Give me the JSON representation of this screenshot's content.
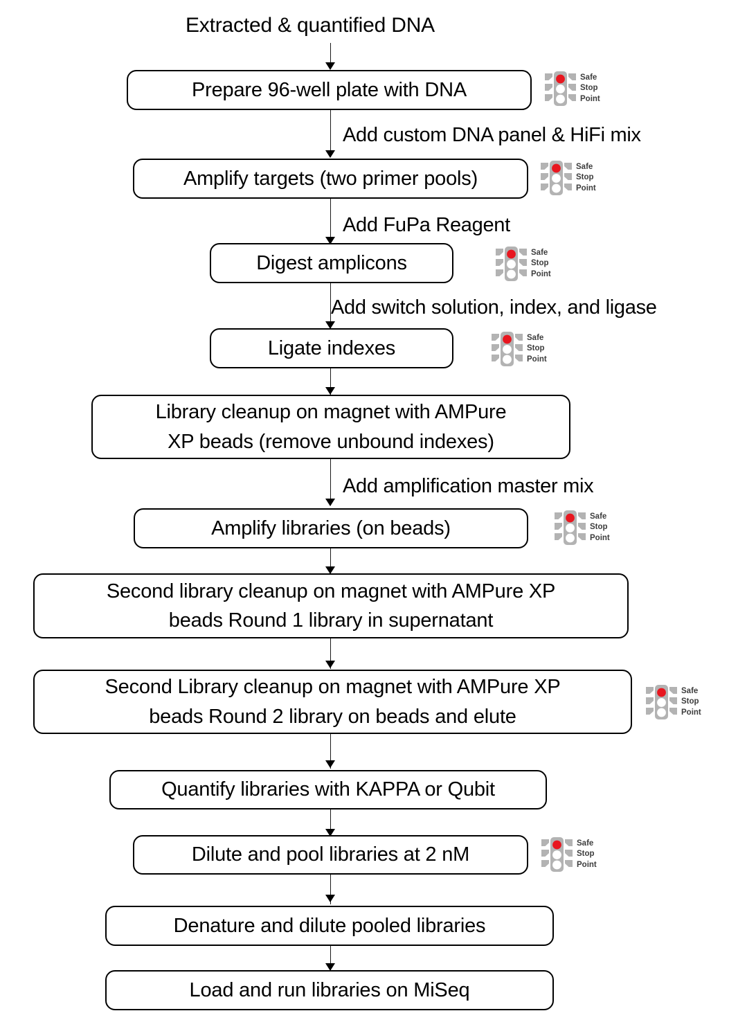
{
  "diagram": {
    "title": "Extracted & quantified DNA",
    "type": "flowchart",
    "orientation": "top-to-bottom",
    "colors": {
      "box_border": "#000000",
      "box_fill": "#ffffff",
      "text": "#000000",
      "connector": "#1a1a1a",
      "signal_body": "#b3b3b3",
      "signal_red": "#e8161f",
      "signal_off": "#ffffff",
      "signal_label": "#3d3d3d"
    },
    "safe_stop_marker": {
      "icon": "traffic-light-icon",
      "line1": "Safe",
      "line2": "Stop",
      "line3": "Point"
    },
    "nodes": [
      {
        "id": "n1",
        "label": "Prepare 96-well plate with DNA",
        "safe_stop": true
      },
      {
        "id": "n2",
        "label": "Amplify targets (two primer pools)",
        "safe_stop": true
      },
      {
        "id": "n3",
        "label": "Digest amplicons",
        "safe_stop": true
      },
      {
        "id": "n4",
        "label": "Ligate indexes",
        "safe_stop": true
      },
      {
        "id": "n5",
        "line1": "Library cleanup on magnet with AMPure",
        "line2": "XP beads (remove unbound indexes)",
        "safe_stop": false
      },
      {
        "id": "n6",
        "label": "Amplify libraries (on beads)",
        "safe_stop": true
      },
      {
        "id": "n7",
        "line1": "Second library cleanup on magnet with AMPure XP",
        "line2": "beads Round 1 library in supernatant",
        "safe_stop": false
      },
      {
        "id": "n8",
        "line1": "Second Library cleanup on magnet with AMPure XP",
        "line2": "beads Round 2 library on beads and elute",
        "safe_stop": true
      },
      {
        "id": "n9",
        "label": "Quantify libraries with KAPPA or Qubit",
        "safe_stop": false
      },
      {
        "id": "n10",
        "label": "Dilute and pool libraries at 2 nM",
        "safe_stop": true
      },
      {
        "id": "n11",
        "label": "Denature and dilute pooled libraries",
        "safe_stop": false
      },
      {
        "id": "n12",
        "label": "Load and run libraries on MiSeq",
        "safe_stop": false
      }
    ],
    "edge_labels": [
      {
        "id": "e1",
        "text": "Add custom DNA panel & HiFi mix"
      },
      {
        "id": "e2",
        "text": "Add FuPa Reagent"
      },
      {
        "id": "e3",
        "text": "Add switch solution, index, and ligase"
      },
      {
        "id": "e4",
        "text": "Add amplification master mix"
      }
    ]
  }
}
